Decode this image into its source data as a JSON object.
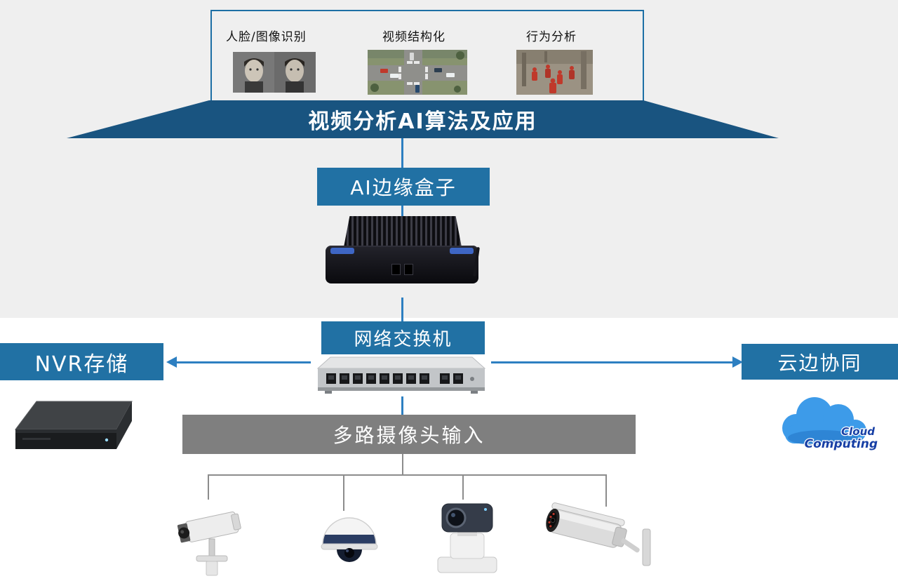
{
  "top_panel": {
    "items": [
      {
        "label": "人脸/图像识别"
      },
      {
        "label": "视频结构化"
      },
      {
        "label": "行为分析"
      }
    ]
  },
  "banner": {
    "label": "视频分析AI算法及应用"
  },
  "nodes": {
    "edge_box": {
      "label": "AI边缘盒子"
    },
    "switch": {
      "label": "网络交换机"
    },
    "nvr": {
      "label": "NVR存储"
    },
    "cloud": {
      "label": "云边协同"
    },
    "camera_bar": {
      "label": "多路摄像头输入"
    }
  },
  "cloud_art": {
    "line1": "Cloud",
    "line2": "Computing"
  },
  "colors": {
    "panel_bg": "#efefef",
    "box_border": "#1d6fa5",
    "banner_fill": "#195480",
    "node_fill": "#2171a4",
    "bar_fill": "#7f7f7f",
    "connector_blue": "#2d7fc1",
    "connector_gray": "#8c8c8c"
  }
}
